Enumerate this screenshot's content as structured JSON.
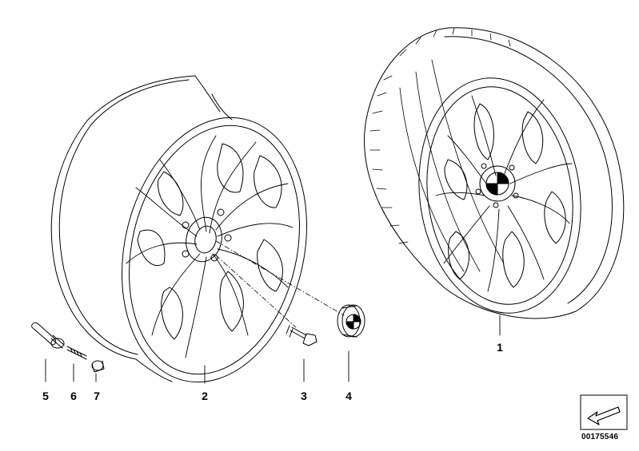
{
  "callouts": [
    {
      "id": "1",
      "part": "complete-wheel-with-tire"
    },
    {
      "id": "2",
      "part": "light-alloy-rim"
    },
    {
      "id": "3",
      "part": "wheel-bolt"
    },
    {
      "id": "4",
      "part": "hub-cap"
    },
    {
      "id": "5",
      "part": "valve"
    },
    {
      "id": "6",
      "part": "valve-insert"
    },
    {
      "id": "7",
      "part": "valve-cap"
    }
  ],
  "document_number": "00175546",
  "icons": {
    "navigation": "arrow-left-icon"
  }
}
